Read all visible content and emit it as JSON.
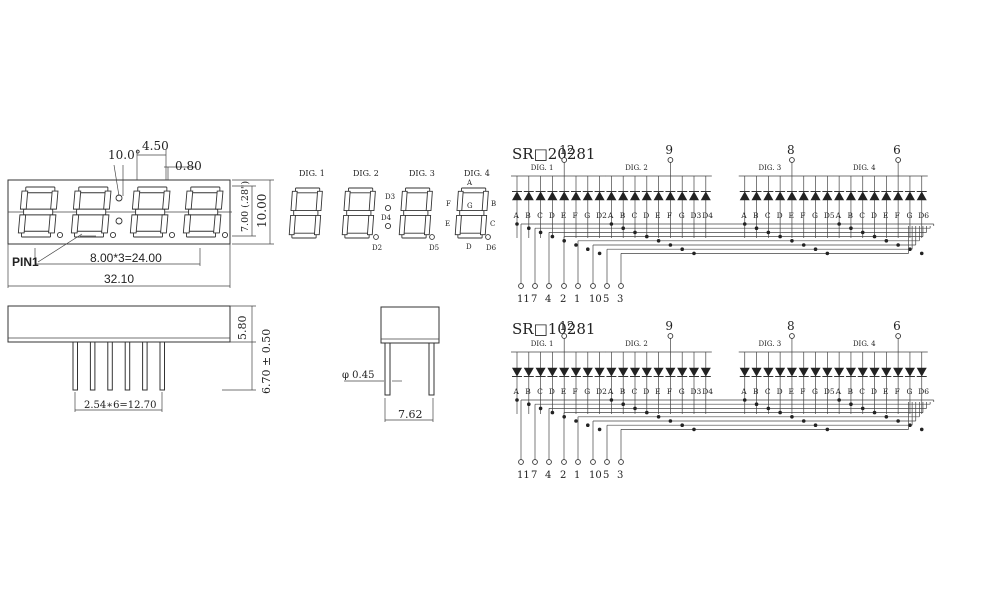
{
  "dimensions": {
    "angle": "10.0°",
    "seg_width": "4.50",
    "dp_gap": "0.80",
    "digit_height": "7.00 (.28\")",
    "body_height": "10.00",
    "pitch": "8.00*3=24.00",
    "pin1": "PIN1",
    "total_width": "32.10",
    "body_depth": "5.80",
    "pin_length": "6.70 ± 0.50",
    "pin_pitch": "2.54∗6=12.70",
    "pin_diameter": "φ 0.45",
    "row_spacing": "7.62"
  },
  "digit_labels": [
    "DIG. 1",
    "DIG. 2",
    "DIG. 3",
    "DIG. 4"
  ],
  "segment_letters": [
    "A",
    "B",
    "C",
    "D",
    "E",
    "F",
    "G"
  ],
  "dot_labels": [
    "D2",
    "D3",
    "D4",
    "D5",
    "D6"
  ],
  "schematics": [
    {
      "title": "SR□20281",
      "polarity": "common-anode",
      "common_pins": [
        "12",
        "9",
        "8",
        "6"
      ],
      "groups": [
        {
          "name": "DIG. 1",
          "terminals": [
            "A",
            "B",
            "C",
            "D",
            "E",
            "F",
            "G",
            "D2"
          ]
        },
        {
          "name": "DIG. 2",
          "terminals": [
            "A",
            "B",
            "C",
            "D",
            "E",
            "F",
            "G",
            "D3",
            "D4"
          ]
        },
        {
          "name": "DIG. 3",
          "terminals": [
            "A",
            "B",
            "C",
            "D",
            "E",
            "F",
            "G",
            "D5"
          ]
        },
        {
          "name": "DIG. 4",
          "terminals": [
            "A",
            "B",
            "C",
            "D",
            "E",
            "F",
            "G",
            "D6"
          ]
        }
      ],
      "bottom_pins": [
        "11",
        "7",
        "4",
        "2",
        "1",
        "10",
        "5",
        "3"
      ]
    },
    {
      "title": "SR□10281",
      "polarity": "common-cathode",
      "common_pins": [
        "12",
        "9",
        "8",
        "6"
      ],
      "groups": [
        {
          "name": "DIG. 1",
          "terminals": [
            "A",
            "B",
            "C",
            "D",
            "E",
            "F",
            "G",
            "D2"
          ]
        },
        {
          "name": "DIG. 2",
          "terminals": [
            "A",
            "B",
            "C",
            "D",
            "E",
            "F",
            "G",
            "D3",
            "D4"
          ]
        },
        {
          "name": "DIG. 3",
          "terminals": [
            "A",
            "B",
            "C",
            "D",
            "E",
            "F",
            "G",
            "D5"
          ]
        },
        {
          "name": "DIG. 4",
          "terminals": [
            "A",
            "B",
            "C",
            "D",
            "E",
            "F",
            "G",
            "D6"
          ]
        }
      ],
      "bottom_pins": [
        "11",
        "7",
        "4",
        "2",
        "1",
        "10",
        "5",
        "3"
      ]
    }
  ]
}
